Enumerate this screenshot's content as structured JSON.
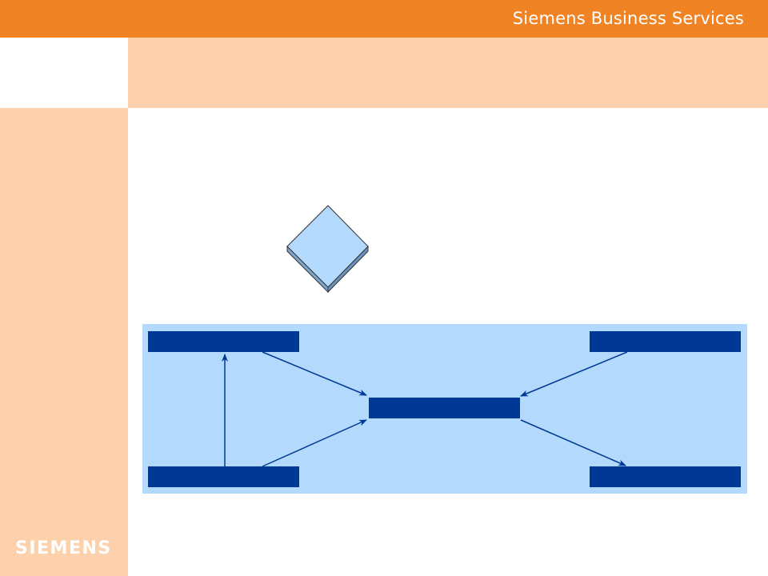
{
  "header": {
    "company_name": "Siemens Business Services",
    "bar_color": "#f08424"
  },
  "sidebar": {
    "logo_text": "SIEMENS",
    "color": "#fcd1ac"
  },
  "diagram": {
    "decision_shape": "diamond",
    "decision_color": "#b3d9fc",
    "panel_color": "#b3d9fc",
    "box_color": "#003896",
    "arrow_color": "#003896",
    "boxes": [
      {
        "id": "top-left",
        "label": ""
      },
      {
        "id": "bottom-left",
        "label": ""
      },
      {
        "id": "center",
        "label": ""
      },
      {
        "id": "top-right",
        "label": ""
      },
      {
        "id": "bottom-right",
        "label": ""
      }
    ],
    "edges": [
      {
        "from": "bottom-left",
        "to": "top-left"
      },
      {
        "from": "top-left",
        "to": "center"
      },
      {
        "from": "bottom-left",
        "to": "center"
      },
      {
        "from": "top-right",
        "to": "center"
      },
      {
        "from": "center",
        "to": "bottom-right"
      }
    ]
  }
}
